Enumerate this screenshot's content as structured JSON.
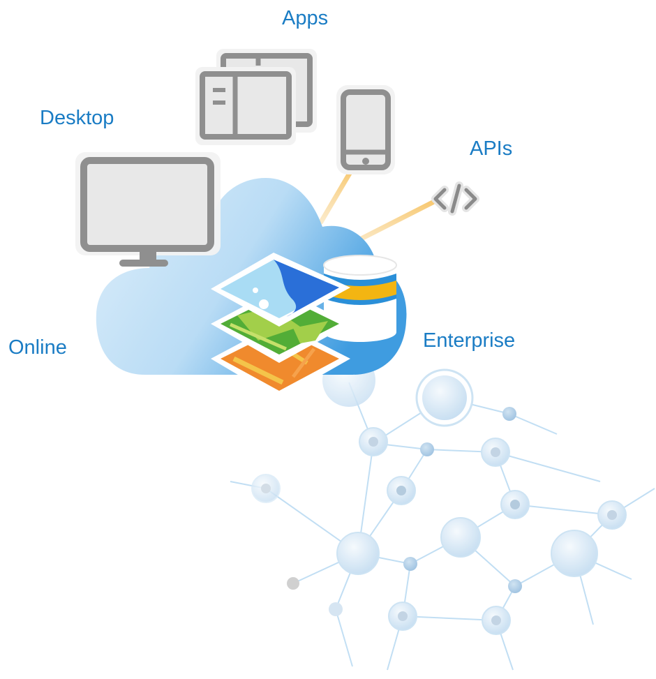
{
  "labels": {
    "apps": "Apps",
    "desktop": "Desktop",
    "apis": "APIs",
    "online": "Online",
    "enterprise": "Enterprise"
  },
  "icons": [
    "desktop-monitor-icon",
    "app-windows-icon",
    "smartphone-icon",
    "code-brackets-icon",
    "cloud-icon",
    "map-layers-icon",
    "database-icon"
  ],
  "colors": {
    "label_blue": "#1a7cc4",
    "connector_orange": "#f5c46a",
    "device_gray": "#8f8f8f",
    "device_fill": "#e8e8e8",
    "cloud_light": "#d6eaf8",
    "cloud_dark": "#4aa3e2",
    "db_yellow": "#f3b512",
    "db_blue": "#2a8fd8",
    "layer_blue": "#2a6fd8",
    "layer_green": "#52ad37",
    "layer_orange": "#f08a2d",
    "network_blue": "#a9d1ef"
  }
}
